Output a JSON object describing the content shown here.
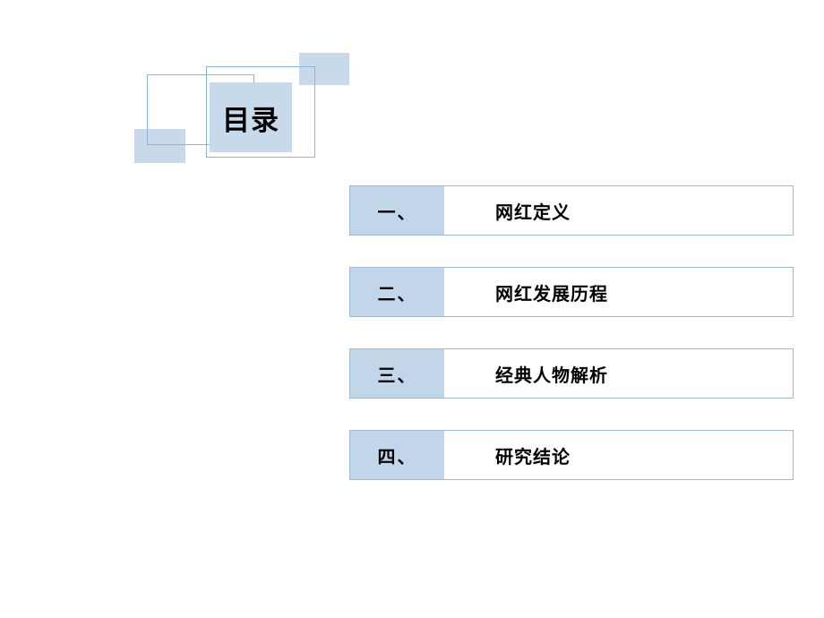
{
  "slide": {
    "title": "目录",
    "colors": {
      "accent_fill": "#c8d9ec",
      "accent_line": "#8fb4d9",
      "row_number_fill": "#c2d6ea",
      "row_border": "#9fb9d6",
      "background": "#ffffff",
      "text": "#000000"
    },
    "toc": [
      {
        "number": "一、",
        "label": "网红定义"
      },
      {
        "number": "二、",
        "label": "网红发展历程"
      },
      {
        "number": "三、",
        "label": "经典人物解析"
      },
      {
        "number": "四、",
        "label": "研究结论"
      }
    ]
  }
}
